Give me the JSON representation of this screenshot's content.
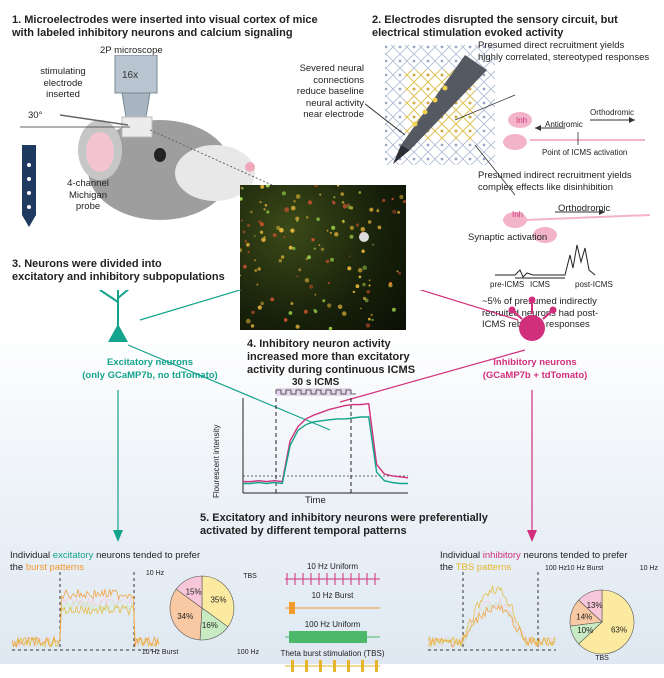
{
  "colors": {
    "excitatory": "#14a38c",
    "inhibitory": "#d12f7c",
    "burst": "#f39a2c",
    "tbs": "#e6b52b",
    "uniform100": "#4cb86a"
  },
  "step1": {
    "title_line1": "1. Microelectrodes were inserted into visual cortex of mice",
    "title_line2": "with labeled inhibitory neurons and calcium signaling",
    "microscope_label": "2P microscope",
    "objective_label": "16x",
    "electrode_label_1": "stimulating",
    "electrode_label_2": "electrode",
    "electrode_label_3": "inserted",
    "angle_label": "30°",
    "probe_label_1": "4-channel",
    "probe_label_2": "Michigan",
    "probe_label_3": "probe"
  },
  "step2": {
    "title_line1": "2. Electrodes disrupted the sensory circuit, but",
    "title_line2": "electrical stimulation evoked activity",
    "severed_1": "Severed neural",
    "severed_2": "connections",
    "severed_3": "reduce baseline",
    "severed_4": "neural activity",
    "severed_5": "near electrode",
    "direct_1": "Presumed direct recruitment yields",
    "direct_2": "highly correlated, stereotyped responses",
    "inh_label": "Inh",
    "antidromic": "Antidromic",
    "orthodromic": "Orthodromic",
    "point_icms": "Point of ICMS activation",
    "indirect_1": "Presumed indirect recruitment yields",
    "indirect_2": "complex effects like disinhibition",
    "orthodromic2": "Orthodromic",
    "synaptic": "Synaptic activation",
    "pre_icms": "pre-ICMS",
    "icms": "ICMS",
    "post_icms": "post-ICMS",
    "rebound_1": "~5% of presumed indirectly",
    "rebound_2": "recruited neurons had post-",
    "rebound_3": "ICMS rebound responses"
  },
  "step3": {
    "title_line1": "3. Neurons were divided into",
    "title_line2": "excitatory and inhibitory subpopulations",
    "exc_label_1": "Excitatory neurons",
    "exc_label_2": "(only GCaMP7b, no tdTomato)",
    "inh_label_1": "Inhibitory neurons",
    "inh_label_2": "(GCaMP7b + tdTomato)"
  },
  "step4": {
    "title_line1": "4. Inhibitory neuron activity",
    "title_line2": "increased more than excitatory",
    "title_line3": "activity during continuous ICMS",
    "icms_duration": "30 s ICMS",
    "ylabel": "Flourescent intensity",
    "xlabel": "Time"
  },
  "step5": {
    "title_line1": "5. Excitatory and inhibitory neurons were preferentially",
    "title_line2": "activated by different temporal patterns",
    "exc_text_pre": "Individual ",
    "exc_text_word": "excitatory",
    "exc_text_post": " neurons tended to prefer",
    "exc_text_line2_pre": "the ",
    "exc_text_line2_word": "burst patterns",
    "inh_text_pre": "Individual ",
    "inh_text_word": "inhibitory",
    "inh_text_post": " neurons tended to prefer",
    "inh_text_line2_pre": "the ",
    "inh_text_line2_word": "TBS patterns",
    "patterns": [
      {
        "label": "10 Hz Uniform"
      },
      {
        "label": "10 Hz Burst"
      },
      {
        "label": "100 Hz Uniform"
      },
      {
        "label": "Theta burst stimulation (TBS)"
      }
    ]
  },
  "chart_data": [
    {
      "type": "pie",
      "title": "",
      "labels": [
        "TBS",
        "100 Hz",
        "10 Hz Burst",
        "10 Hz"
      ],
      "values": [
        35,
        16,
        34,
        15
      ],
      "value_labels": [
        "35%",
        "16%",
        "34%",
        "15%"
      ],
      "colors": [
        "#fbeaa0",
        "#c9ebc4",
        "#f9c9a3",
        "#f7c6d8"
      ]
    },
    {
      "type": "pie",
      "title": "",
      "labels": [
        "TBS",
        "100 Hz",
        "10 Hz Burst",
        "10 Hz"
      ],
      "values": [
        63,
        10,
        14,
        13
      ],
      "value_labels": [
        "63%",
        "10%",
        "14%",
        "13%"
      ],
      "colors": [
        "#fbeaa0",
        "#c9ebc4",
        "#f9c9a3",
        "#f7c6d8"
      ]
    },
    {
      "type": "line",
      "title": "",
      "xlabel": "Time",
      "ylabel": "Flourescent intensity",
      "series": [
        {
          "color": "#d12f7c",
          "values": [
            0.12,
            0.12,
            0.13,
            0.12,
            0.13,
            0.12,
            0.55,
            0.7,
            0.78,
            0.82,
            0.85,
            0.88,
            0.9,
            0.92,
            0.93,
            0.93,
            0.94,
            0.3,
            0.2,
            0.18,
            0.17,
            0.16
          ]
        },
        {
          "color": "#14a38c",
          "values": [
            0.1,
            0.1,
            0.11,
            0.1,
            0.11,
            0.1,
            0.5,
            0.66,
            0.72,
            0.75,
            0.76,
            0.77,
            0.78,
            0.78,
            0.79,
            0.8,
            0.8,
            0.22,
            0.13,
            0.11,
            0.1,
            0.1
          ]
        }
      ]
    }
  ]
}
